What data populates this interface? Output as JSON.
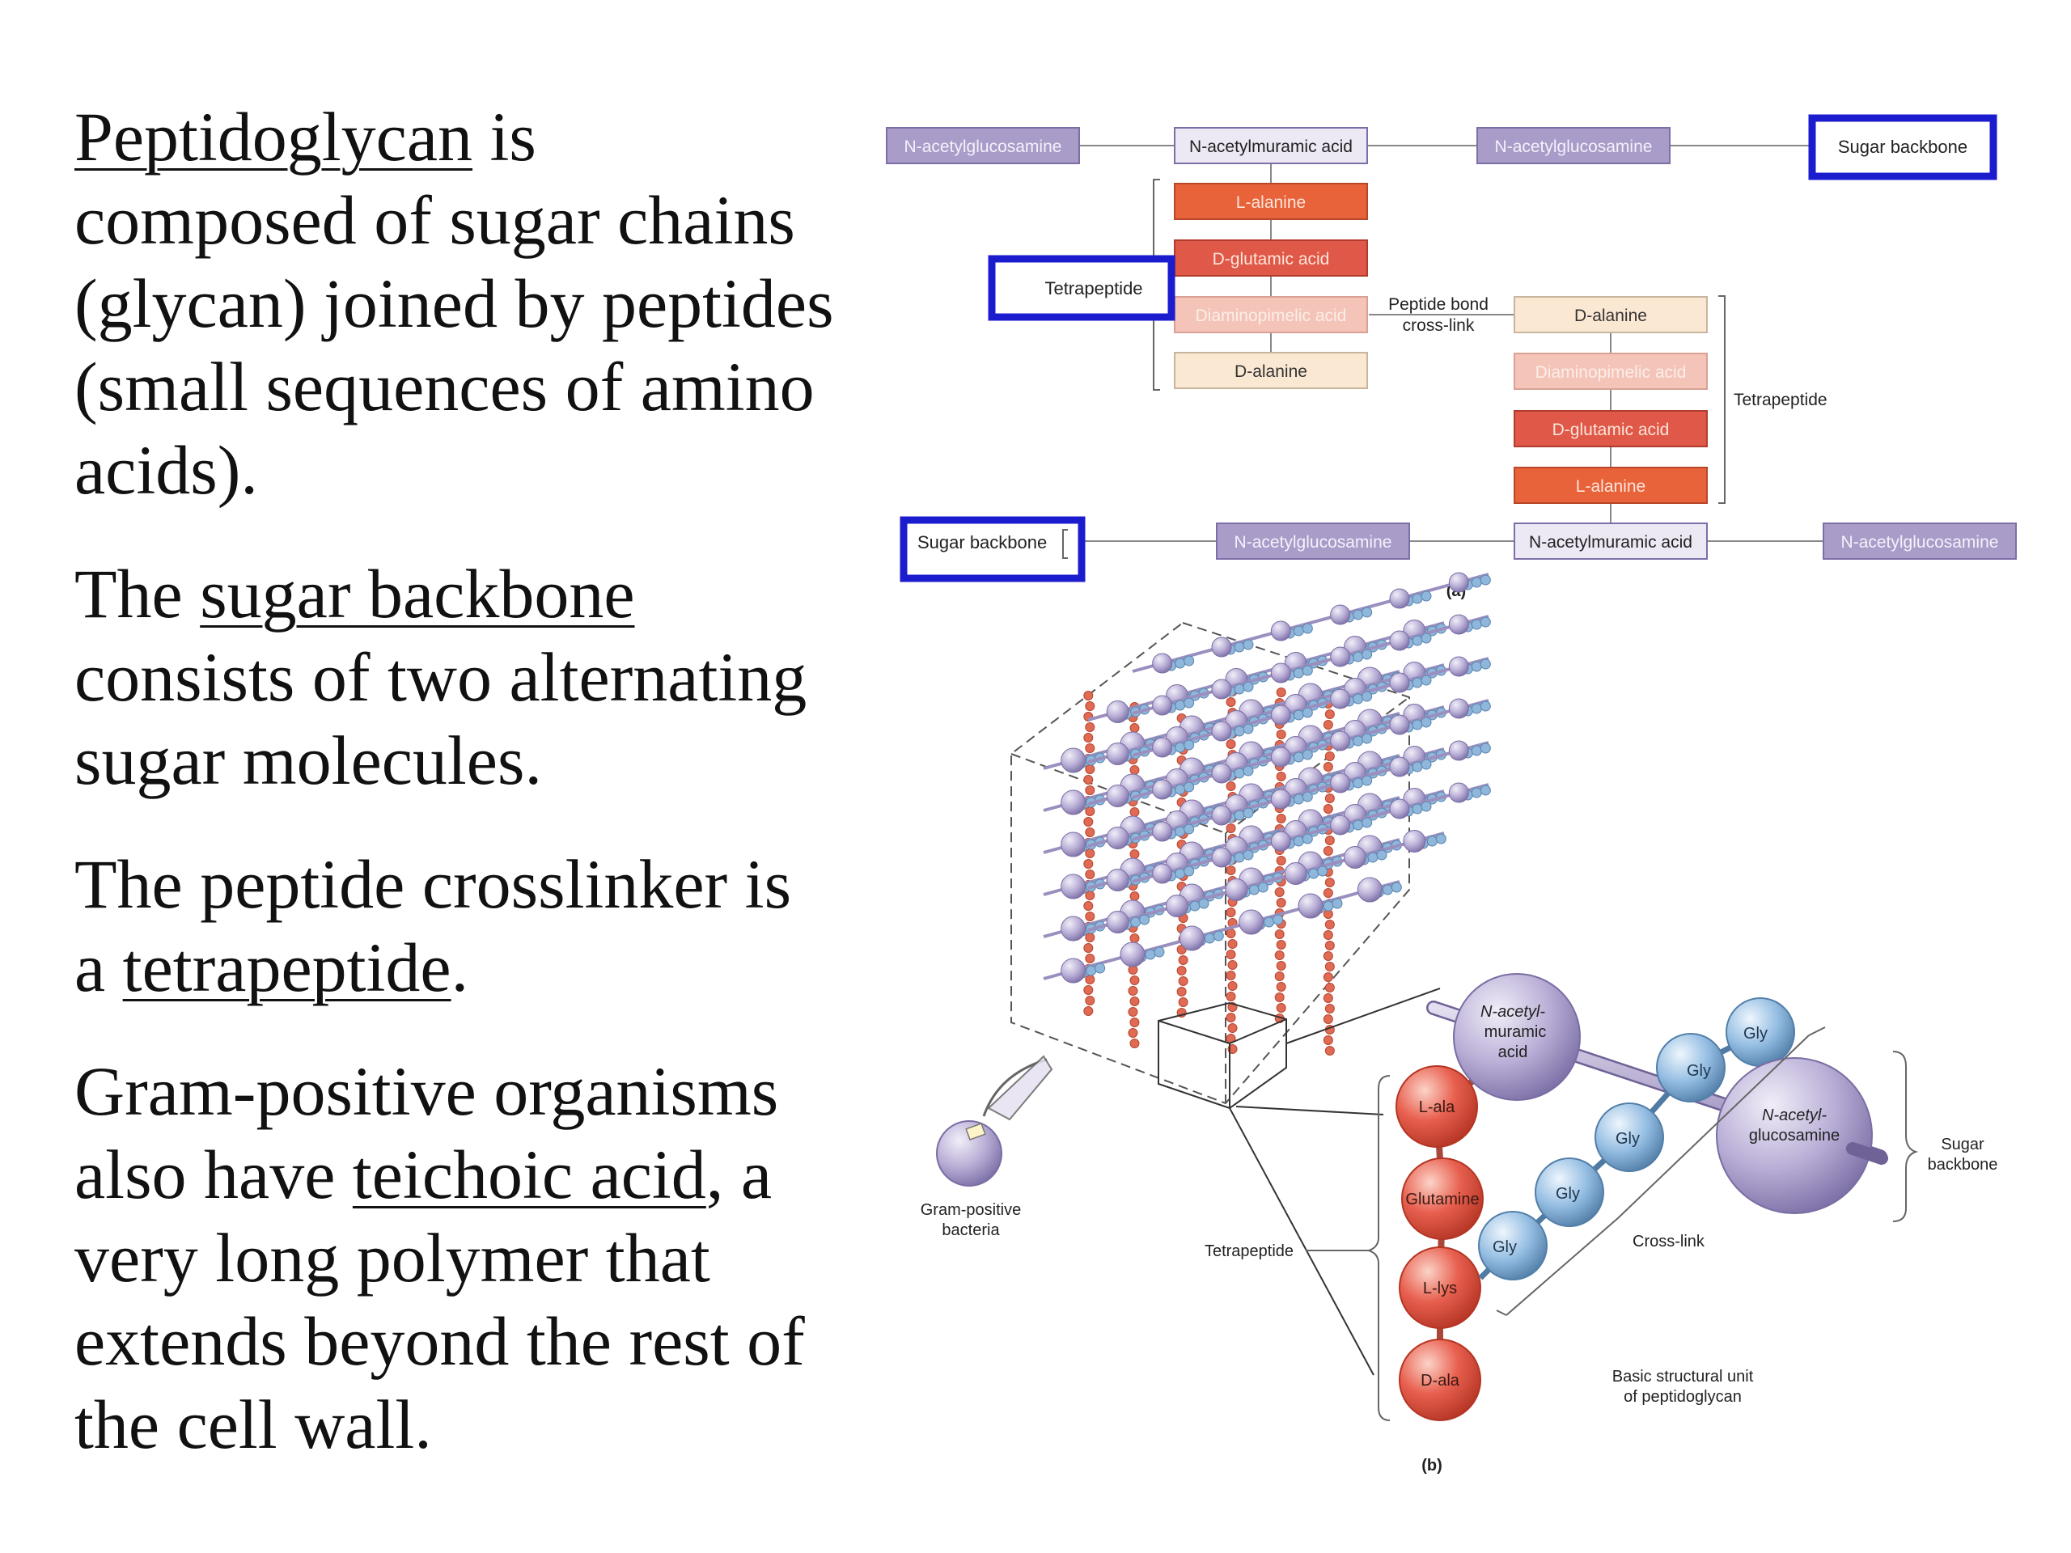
{
  "slide": {
    "paragraphs": [
      {
        "term": "Peptidoglycan",
        "text": " is composed of sugar chains (glycan) joined by peptides (small sequences of amino acids)."
      },
      {
        "lead": "The ",
        "term": "sugar backbone",
        "text": " consists of two alternating sugar molecules."
      },
      {
        "lead": "The peptide crosslinker is a ",
        "term": "tetrapeptide",
        "text": "."
      },
      {
        "lead": "Gram-positive organisms also have ",
        "term": "teichoic acid",
        "text": ", a very long polymer that extends beyond the rest of the cell wall."
      }
    ]
  },
  "diagram_a": {
    "panel_label": "(a)",
    "top_chain": [
      "N-acetylglucosamine",
      "N-acetylmuramic acid",
      "N-acetylglucosamine"
    ],
    "bottom_chain": [
      "N-acetylglucosamine",
      "N-acetylmuramic acid",
      "N-acetylglucosamine"
    ],
    "left_peptide": [
      "L-alanine",
      "D-glutamic acid",
      "Diaminopimelic acid",
      "D-alanine"
    ],
    "right_peptide": [
      "D-alanine",
      "Diaminopimelic acid",
      "D-glutamic acid",
      "L-alanine"
    ],
    "sugar_backbone_top": "Sugar backbone",
    "sugar_backbone_bottom": "Sugar backbone",
    "tetrapeptide_left": "Tetrapeptide",
    "tetrapeptide_right": "Tetrapeptide",
    "peptide_bond_line1": "Peptide bond",
    "peptide_bond_line2": "cross-link"
  },
  "diagram_b": {
    "panel_label": "(b)",
    "gram_positive_line1": "Gram-positive",
    "gram_positive_line2": "bacteria",
    "tetrapeptide": "Tetrapeptide",
    "muramic_line1": "N-acetyl-",
    "muramic_line2": "muramic",
    "muramic_line3": "acid",
    "glucosamine_line1": "N-acetyl-",
    "glucosamine_line2": "glucosamine",
    "sugar_backbone_line1": "Sugar",
    "sugar_backbone_line2": "backbone",
    "cross_link": "Cross-link",
    "basic_unit_line1": "Basic structural unit",
    "basic_unit_line2": "of peptidoglycan",
    "peptide_residues": [
      "L-ala",
      "Glutamine",
      "L-lys",
      "D-ala"
    ],
    "gly_residues": [
      "Gly",
      "Gly",
      "Gly",
      "Gly",
      "Gly"
    ]
  },
  "colors": {
    "sugar": "#a99cc9",
    "sugar_border": "#7d6ea8",
    "l_alanine": "#e8623a",
    "d_glutamic": "#df5848",
    "diaminopimelic": "#f4c4b8",
    "d_alanine": "#fbe8d2",
    "highlight": "#1c1ccf",
    "red_ball": "#e85b4b",
    "blue_ball": "#8fb7dc",
    "purple_ball": "#b3a8d1"
  }
}
